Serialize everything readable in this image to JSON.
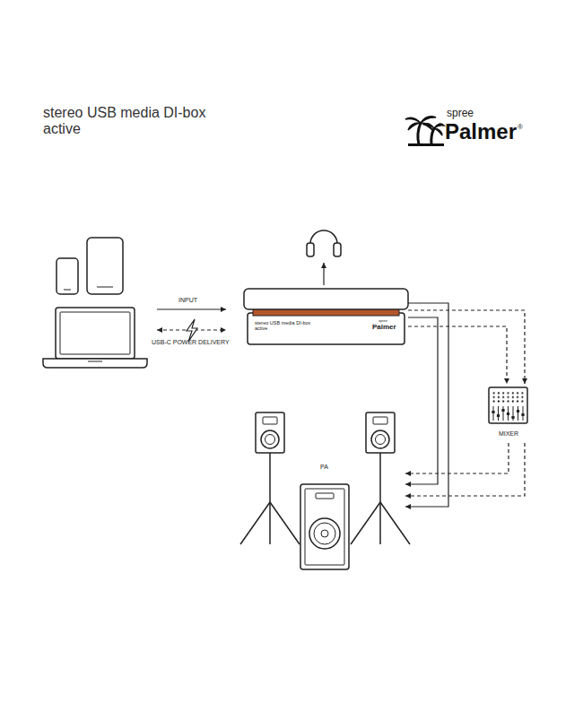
{
  "diagram": {
    "title": "stereo USB media DI-box active",
    "nodes": [
      {
        "text": [
          "stereo USB media DI-box active",
          "spree",
          "Palmer"
        ]
      },
      {
        "text": [
          "MIXER"
        ]
      },
      {
        "text": [
          "PA"
        ]
      }
    ],
    "edges": [
      {
        "from": 0,
        "to": 1,
        "arrow": "to"
      },
      {
        "from": 0,
        "to": 1,
        "arrow": "to"
      },
      {
        "from": 0,
        "to": 2,
        "arrow": "to"
      },
      {
        "from": 0,
        "to": 2,
        "arrow": "to"
      },
      {
        "from": 1,
        "to": 2,
        "arrow": "to"
      },
      {
        "from": 1,
        "to": 2,
        "arrow": "to"
      }
    ],
    "labels": [
      "spree",
      "Palmer",
      "®",
      "INPUT",
      "USB-C POWER DELIVERY"
    ]
  }
}
